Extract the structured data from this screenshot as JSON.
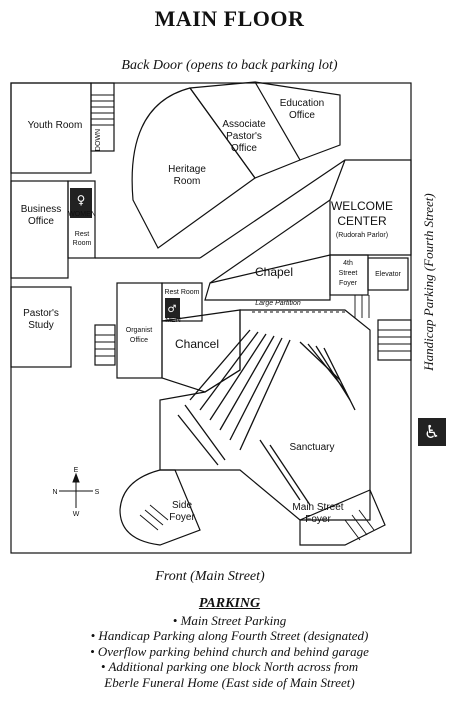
{
  "title": "MAIN FLOOR",
  "back_door": "Back Door (opens to back parking lot)",
  "front": "Front (Main Street)",
  "side_parking": "Handicap Parking (Fourth Street)",
  "rooms": {
    "youth_room": "Youth Room",
    "down": "DOWN",
    "heritage": [
      "Heritage",
      "Room"
    ],
    "assoc": [
      "Associate",
      "Pastor's",
      "Office"
    ],
    "education": [
      "Education",
      "Office"
    ],
    "business": [
      "Business",
      "Office"
    ],
    "women": "WOMEN",
    "rest_room": [
      "Rest",
      "Room"
    ],
    "welcome": [
      "WELCOME",
      "CENTER"
    ],
    "rudorah": "(Rudorah Parlor)",
    "chapel": "Chapel",
    "fourth_foyer": [
      "4th",
      "Street",
      "Foyer"
    ],
    "elevator": "Elevator",
    "rest_room2": "Rest Room",
    "men": "MEN",
    "pastors_study": [
      "Pastor's",
      "Study"
    ],
    "organist": [
      "Organist",
      "Office"
    ],
    "chancel": "Chancel",
    "large_partition": "Large Partition",
    "sanctuary": "Sanctuary",
    "side_foyer": [
      "Side",
      "Foyer"
    ],
    "main_foyer": [
      "Main Street",
      "Foyer"
    ]
  },
  "compass": {
    "n": "N",
    "s": "S",
    "e": "E",
    "w": "W"
  },
  "parking": {
    "heading": "PARKING",
    "items": [
      "• Main Street Parking",
      "• Handicap Parking along Fourth Street (designated)",
      "• Overflow parking behind church and behind garage",
      "• Additional parking one block North across from",
      "Eberle Funeral Home (East side of Main Street)"
    ]
  }
}
